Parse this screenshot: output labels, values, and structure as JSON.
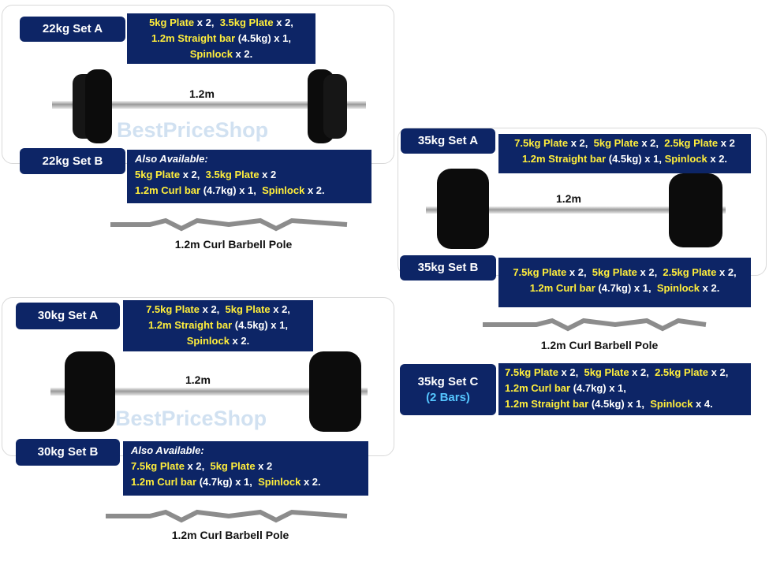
{
  "watermark": "BestPriceShop",
  "bar_length": "1.2m",
  "curl_caption": "1.2m Curl Barbell Pole",
  "set22a": {
    "tag": "22kg Set A",
    "line1": [
      {
        "t": "5kg Plate",
        "c": "y"
      },
      {
        "t": " x 2,  ",
        "c": "w"
      },
      {
        "t": "3.5kg Plate",
        "c": "y"
      },
      {
        "t": " x 2,",
        "c": "w"
      }
    ],
    "line2": [
      {
        "t": "1.2m Straight bar",
        "c": "y"
      },
      {
        "t": " (4.5kg) x 1,",
        "c": "w"
      }
    ],
    "line3": [
      {
        "t": "Spinlock",
        "c": "y"
      },
      {
        "t": " x 2.",
        "c": "w"
      }
    ]
  },
  "set22b": {
    "tag": "22kg Set B",
    "also": "Also Available:",
    "line1": [
      {
        "t": "5kg Plate",
        "c": "y"
      },
      {
        "t": " x 2,  ",
        "c": "w"
      },
      {
        "t": "3.5kg Plate",
        "c": "y"
      },
      {
        "t": " x 2",
        "c": "w"
      }
    ],
    "line2": [
      {
        "t": "1.2m Curl bar",
        "c": "y"
      },
      {
        "t": " (4.7kg) x 1,  ",
        "c": "w"
      },
      {
        "t": "Spinlock",
        "c": "y"
      },
      {
        "t": " x 2.",
        "c": "w"
      }
    ]
  },
  "set30a": {
    "tag": "30kg Set A",
    "line1": [
      {
        "t": "7.5kg Plate",
        "c": "y"
      },
      {
        "t": " x 2,  ",
        "c": "w"
      },
      {
        "t": "5kg Plate",
        "c": "y"
      },
      {
        "t": " x 2,",
        "c": "w"
      }
    ],
    "line2": [
      {
        "t": "1.2m Straight bar",
        "c": "y"
      },
      {
        "t": " (4.5kg) x 1,",
        "c": "w"
      }
    ],
    "line3": [
      {
        "t": "Spinlock",
        "c": "y"
      },
      {
        "t": " x 2.",
        "c": "w"
      }
    ]
  },
  "set30b": {
    "tag": "30kg Set B",
    "also": "Also Available:",
    "line1": [
      {
        "t": "7.5kg Plate",
        "c": "y"
      },
      {
        "t": " x 2,  ",
        "c": "w"
      },
      {
        "t": "5kg Plate",
        "c": "y"
      },
      {
        "t": " x 2",
        "c": "w"
      }
    ],
    "line2": [
      {
        "t": "1.2m Curl bar",
        "c": "y"
      },
      {
        "t": " (4.7kg) x 1,  ",
        "c": "w"
      },
      {
        "t": "Spinlock",
        "c": "y"
      },
      {
        "t": " x 2.",
        "c": "w"
      }
    ]
  },
  "set35a": {
    "tag": "35kg Set A",
    "line1": [
      {
        "t": "7.5kg Plate",
        "c": "y"
      },
      {
        "t": " x 2,  ",
        "c": "w"
      },
      {
        "t": "5kg Plate",
        "c": "y"
      },
      {
        "t": " x 2,  ",
        "c": "w"
      },
      {
        "t": "2.5kg Plate",
        "c": "y"
      },
      {
        "t": " x 2",
        "c": "w"
      }
    ],
    "line2": [
      {
        "t": "1.2m Straight bar",
        "c": "y"
      },
      {
        "t": " (4.5kg) x 1, ",
        "c": "w"
      },
      {
        "t": "Spinlock",
        "c": "y"
      },
      {
        "t": " x 2.",
        "c": "w"
      }
    ]
  },
  "set35b": {
    "tag": "35kg Set B",
    "line1": [
      {
        "t": "7.5kg Plate",
        "c": "y"
      },
      {
        "t": " x 2,  ",
        "c": "w"
      },
      {
        "t": "5kg Plate",
        "c": "y"
      },
      {
        "t": " x 2,  ",
        "c": "w"
      },
      {
        "t": "2.5kg Plate",
        "c": "y"
      },
      {
        "t": " x 2,",
        "c": "w"
      }
    ],
    "line2": [
      {
        "t": "1.2m Curl bar",
        "c": "y"
      },
      {
        "t": " (4.7kg) x 1,  ",
        "c": "w"
      },
      {
        "t": "Spinlock",
        "c": "y"
      },
      {
        "t": " x 2.",
        "c": "w"
      }
    ]
  },
  "set35c": {
    "tag": "35kg Set C",
    "tag2": "(2 Bars)",
    "line1": [
      {
        "t": "7.5kg Plate",
        "c": "y"
      },
      {
        "t": " x 2,  ",
        "c": "w"
      },
      {
        "t": "5kg Plate",
        "c": "y"
      },
      {
        "t": " x 2,  ",
        "c": "w"
      },
      {
        "t": "2.5kg Plate",
        "c": "y"
      },
      {
        "t": " x 2,",
        "c": "w"
      }
    ],
    "line2": [
      {
        "t": "1.2m Curl bar",
        "c": "y"
      },
      {
        "t": " (4.7kg) x 1,",
        "c": "w"
      }
    ],
    "line3": [
      {
        "t": "1.2m Straight bar",
        "c": "y"
      },
      {
        "t": " (4.5kg) x 1,  ",
        "c": "w"
      },
      {
        "t": "Spinlock",
        "c": "y"
      },
      {
        "t": " x 4.",
        "c": "w"
      }
    ]
  }
}
